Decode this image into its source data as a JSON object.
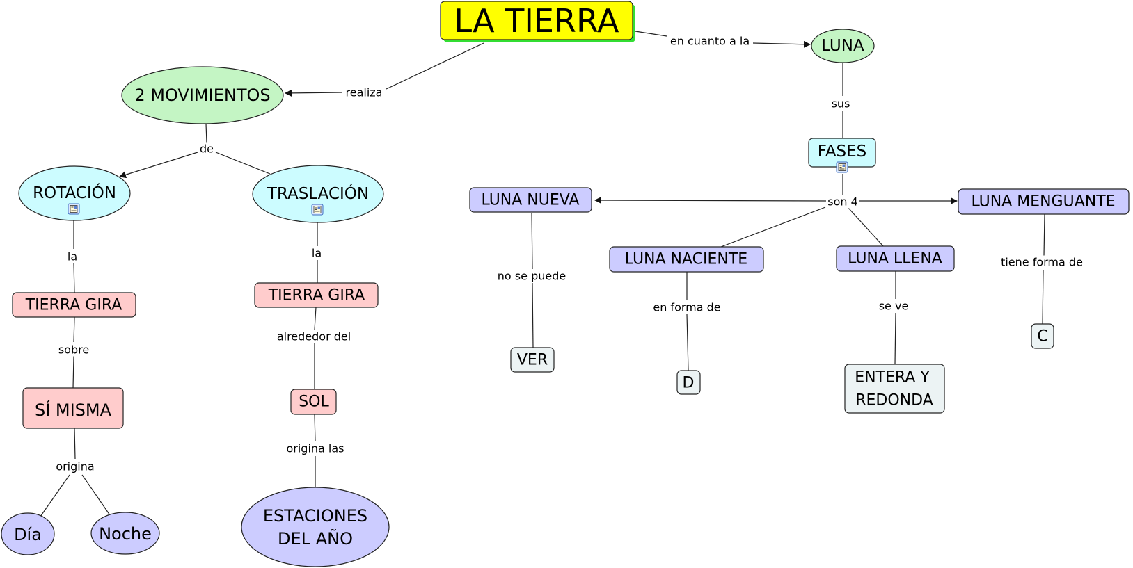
{
  "title": "LA TIERRA",
  "colors": {
    "title_fill": "#ffff00",
    "title_shadow": "#33dd33",
    "green": "#c4f5c4",
    "cyan": "#ccfcff",
    "pink": "#ffcccc",
    "lavender": "#ccccff",
    "pale": "#ecf3f4",
    "stroke": "#222222"
  },
  "nodes": {
    "tierra": "LA TIERRA",
    "movimientos": "2 MOVIMIENTOS",
    "rotacion": "ROTACIÓN",
    "traslacion": "TRASLACIÓN",
    "tierra_gira_1": "TIERRA GIRA",
    "si_misma": "SÍ MISMA",
    "dia": "Día",
    "noche": "Noche",
    "tierra_gira_2": "TIERRA GIRA",
    "sol": "SOL",
    "estaciones_1": "ESTACIONES",
    "estaciones_2": "DEL AÑO",
    "luna": "LUNA",
    "fases": "FASES",
    "luna_nueva": "LUNA NUEVA",
    "luna_naciente": "LUNA NACIENTE",
    "luna_llena": "LUNA LLENA",
    "luna_menguante": "LUNA MENGUANTE",
    "ver": "VER",
    "d": "D",
    "entera_1": "ENTERA Y",
    "entera_2": "REDONDA",
    "c": "C"
  },
  "links": {
    "realiza": "realiza",
    "en_cuanto": "en cuanto a la",
    "de": "de",
    "la_1": "la",
    "la_2": "la",
    "sobre": "sobre",
    "origina": "origina",
    "alrededor": "alrededor del",
    "origina_las": "origina las",
    "sus": "sus",
    "son4": "son 4",
    "no_se_puede": "no se puede",
    "en_forma_de": "en forma de",
    "se_ve": "se ve",
    "tiene_forma": "tiene forma de"
  },
  "icons": {
    "resource": "resource-document-icon"
  }
}
